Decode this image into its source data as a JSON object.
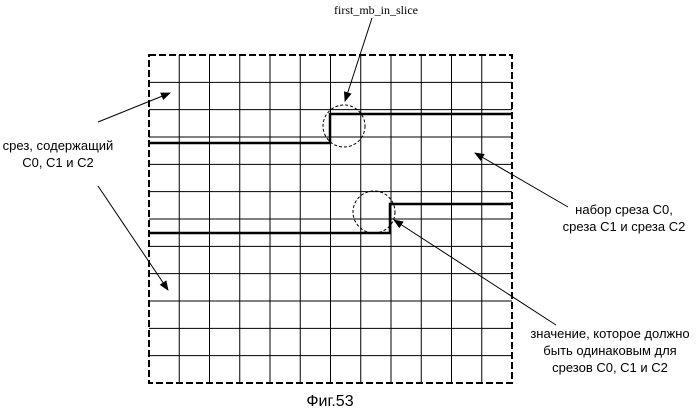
{
  "labels": {
    "first_mb": "first_mb_in_slice",
    "slice_line1": "срез, содержащий",
    "slice_line2": "C0, C1 и C2",
    "set_line1": "набор среза C0,",
    "set_line2": "среза C1 и среза C2",
    "value_line1": "значение, которое должно",
    "value_line2": "быть одинаковым для",
    "value_line3": "срезов C0, C1 и C2"
  },
  "caption": "Фиг.53",
  "grid": {
    "columns": 12,
    "rows": 12
  }
}
